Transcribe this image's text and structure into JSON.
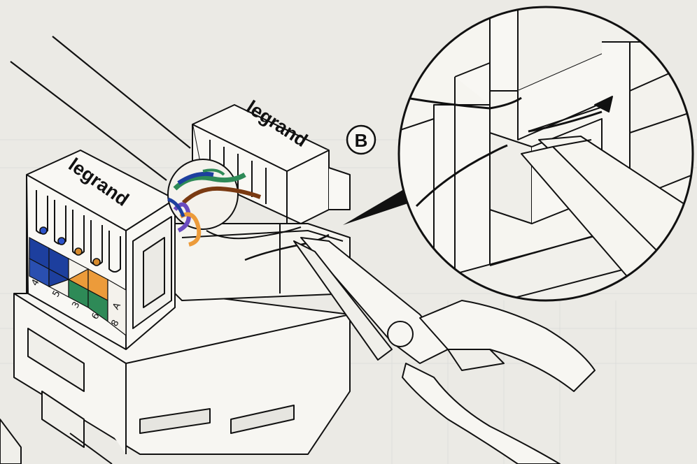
{
  "illustration": {
    "brand_front": "legrand",
    "brand_back": "legrand",
    "callout_label": "B",
    "pin_labels": [
      "4",
      "5",
      "3",
      "6",
      "8",
      "A"
    ],
    "colors": {
      "blue": "#1d3f9e",
      "orange": "#ec9b3a",
      "green": "#2e8a57",
      "brown": "#7a3a12",
      "purple": "#6a4bbf",
      "line": "#111111",
      "paper": "#e9e8e3"
    }
  }
}
